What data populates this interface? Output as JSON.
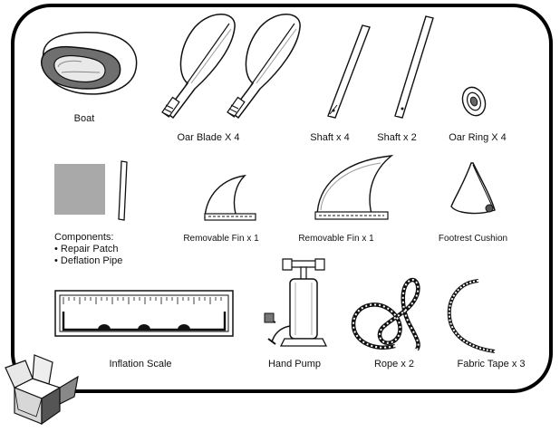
{
  "items": {
    "boat": "Boat",
    "oar_blade": "Oar Blade X 4",
    "shaft_a": "Shaft x 4",
    "shaft_b": "Shaft x 2",
    "oar_ring": "Oar Ring X 4",
    "components_title": "Components:",
    "components": [
      "Repair Patch",
      "Deflation Pipe"
    ],
    "fin_a": "Removable Fin x 1",
    "fin_b": "Removable Fin x 1",
    "footrest": "Footrest Cushion",
    "inflation_scale": "Inflation Scale",
    "hand_pump": "Hand Pump",
    "rope": "Rope x 2",
    "fabric_tape": "Fabric Tape x 3"
  },
  "colors": {
    "patch": "#a9a9a9",
    "outline": "#111111",
    "boat_body": "#6f6f6f"
  },
  "icons": [
    "boat-icon",
    "oar-blade-icon",
    "shaft-icon",
    "oar-ring-icon",
    "repair-patch-icon",
    "deflation-pipe-icon",
    "fin-icon",
    "footrest-cushion-icon",
    "inflation-scale-icon",
    "hand-pump-icon",
    "rope-icon",
    "fabric-tape-icon",
    "open-box-icon"
  ]
}
